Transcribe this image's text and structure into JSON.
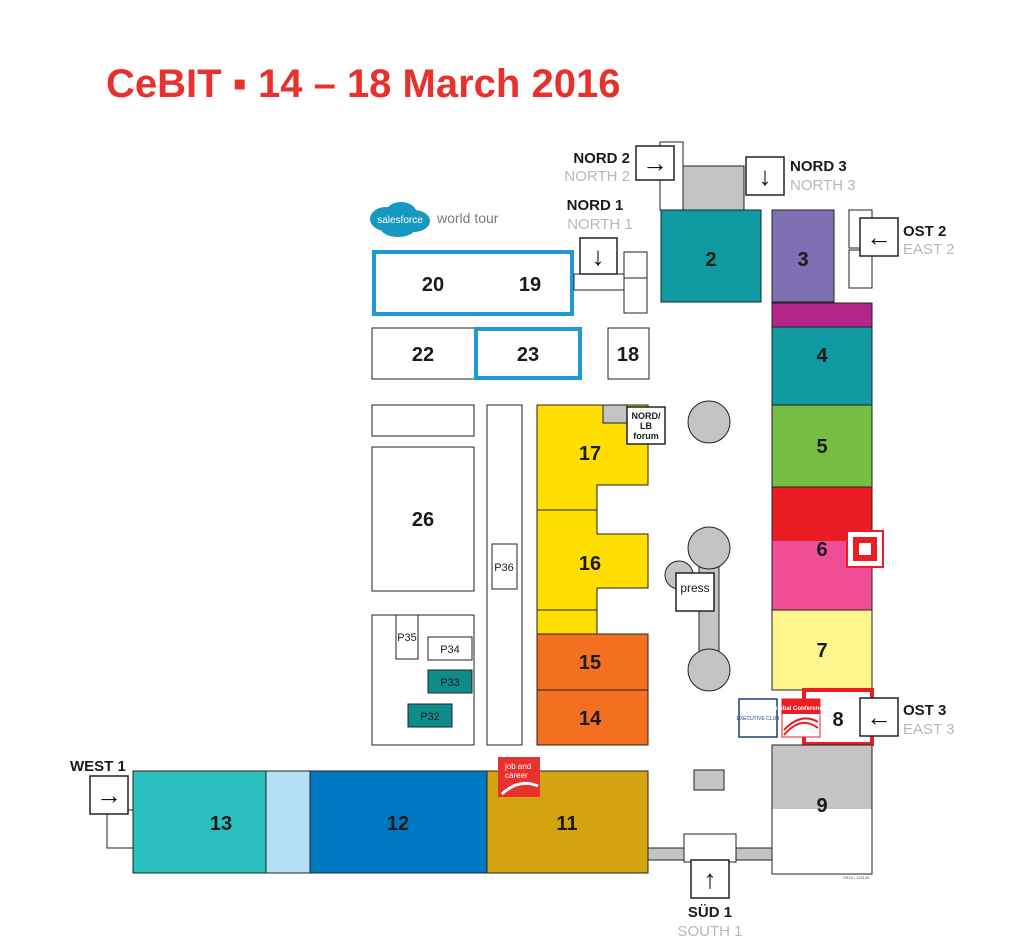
{
  "title": "CeBIT ▪ 14 – 18 March 2016",
  "colors": {
    "accent_red": "#e8302d",
    "teal": "#0e9aa0",
    "purple": "#7f6fb3",
    "magenta": "#b5258c",
    "green": "#74bf44",
    "red": "#ec1c24",
    "pink": "#ef4e97",
    "light_yellow": "#fff58d",
    "yellow": "#ffde00",
    "orange": "#f37021",
    "mustard": "#d3a40f",
    "blue": "#0078c1",
    "light_blue": "#b3e0f5",
    "turquoise": "#2bc0bf",
    "dark_teal": "#0e8c8c",
    "grey": "#c4c4c4",
    "highlight_blue": "#1d9ad6"
  },
  "halls": {
    "h2": "2",
    "h3": "3",
    "h4": "4",
    "h5": "5",
    "h6": "6",
    "h7": "7",
    "h8": "8",
    "h9": "9",
    "h11": "11",
    "h12": "12",
    "h13": "13",
    "h14": "14",
    "h15": "15",
    "h16": "16",
    "h17": "17",
    "h18": "18",
    "h19": "19",
    "h20": "20",
    "h22": "22",
    "h23": "23",
    "h26": "26"
  },
  "pavilions": {
    "p32": "P32",
    "p33": "P33",
    "p34": "P34",
    "p35": "P35",
    "p36": "P36"
  },
  "entrances": {
    "nord2": {
      "de": "NORD 2",
      "en": "NORTH 2"
    },
    "nord3": {
      "de": "NORD 3",
      "en": "NORTH 3"
    },
    "nord1": {
      "de": "NORD 1",
      "en": "NORTH 1"
    },
    "ost2": {
      "de": "OST 2",
      "en": "EAST 2"
    },
    "ost3": {
      "de": "OST 3",
      "en": "EAST 3"
    },
    "west1": {
      "de": "WEST 1"
    },
    "sued1": {
      "de": "SÜD 1",
      "en": "SOUTH 1"
    }
  },
  "labels": {
    "salesforce_logo": "salesforce",
    "world_tour": "world tour",
    "nordlb_1": "NORD/",
    "nordlb_2": "LB",
    "nordlb_3": "forum",
    "press": "press",
    "executive_club": "EXECUTIVE CLUB",
    "global_conferences": "Global Conferences",
    "job_career_1": "job and",
    "job_career_2": "career",
    "code": "CB16 • 151125"
  },
  "icons": {
    "arrow_right": "→",
    "arrow_down": "↓",
    "arrow_left": "←",
    "arrow_up": "↑"
  }
}
